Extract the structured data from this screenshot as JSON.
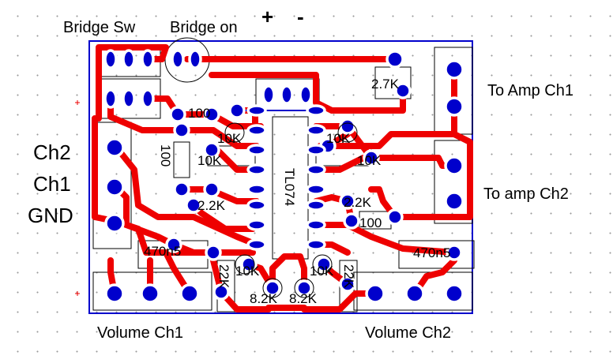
{
  "labels": {
    "bridge_sw": "Bridge Sw",
    "bridge_on": "Bridge on",
    "plus": "+",
    "minus": "-",
    "to_amp_ch1": "To Amp Ch1",
    "to_amp_ch2": "To amp Ch2",
    "ch2": "Ch2",
    "ch1": "Ch1",
    "gnd": "GND",
    "volume_ch1": "Volume Ch1",
    "volume_ch2": "Volume Ch2"
  },
  "components": {
    "r_27k": "2.7K",
    "r_100_top": "100",
    "r_100_vert": "100",
    "r_10k_1": "10K",
    "r_10k_2": "10K",
    "r_10k_3": "10K",
    "r_10k_4": "10K",
    "r_10k_5": "10K",
    "r_10k_6": "10K",
    "r_22k_left": "2.2K",
    "r_22k_right": "2.2K",
    "r_100_right": "100",
    "ic": "TL074",
    "c_470n_left": "470n5",
    "c_470n_right": "470n5",
    "r_22k_vert_left": "22K",
    "r_22k_vert_right": "22K",
    "r_82k_left": "8.2K",
    "r_82k_right": "8.2K"
  },
  "colors": {
    "board_outline": "#0000cc",
    "trace": "#ee0000",
    "pad": "#0000cc",
    "silkscreen": "#000000"
  }
}
